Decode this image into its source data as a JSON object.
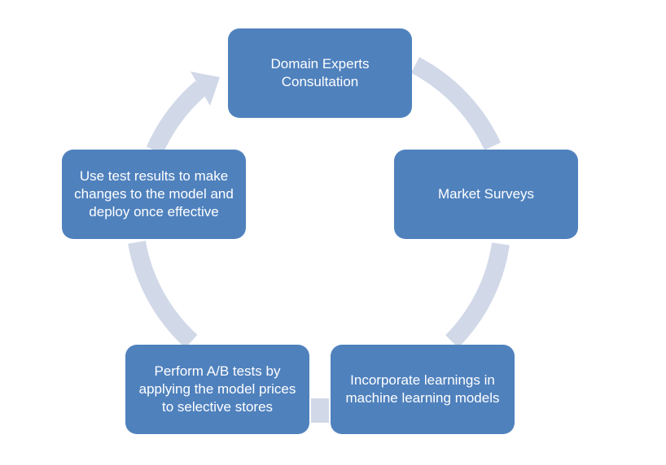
{
  "diagram": {
    "type": "cycle",
    "colors": {
      "box_fill": "#4f81bd",
      "box_text": "#ffffff",
      "ring": "#d1d8e8"
    },
    "steps": [
      {
        "label": "Domain Experts Consultation"
      },
      {
        "label": "Market Surveys"
      },
      {
        "label": "Incorporate learnings in machine learning models"
      },
      {
        "label": "Perform A/B tests by applying the model prices to selective stores"
      },
      {
        "label": "Use test results to make changes to the model and deploy once effective"
      }
    ]
  }
}
